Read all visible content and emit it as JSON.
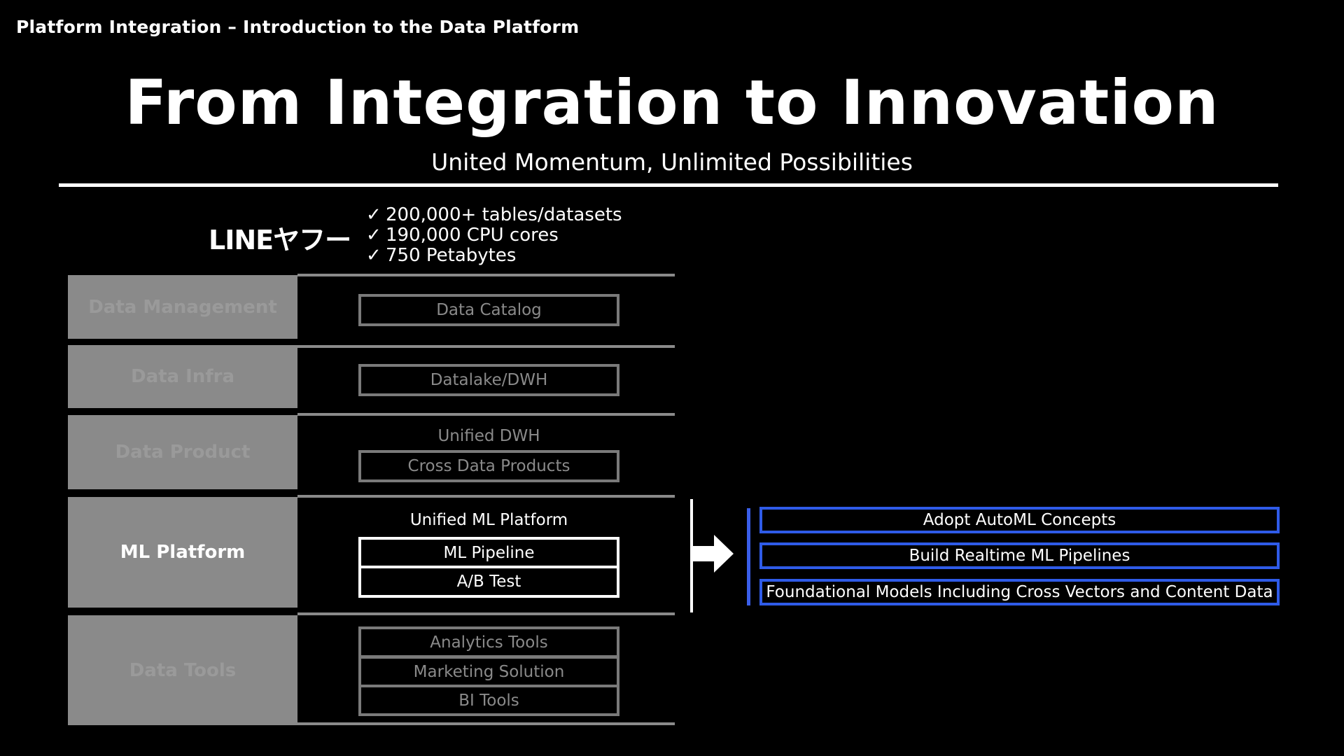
{
  "header": {
    "breadcrumb": "Platform Integration – Introduction to the Data Platform",
    "title": "From Integration to Innovation",
    "subtitle": "United Momentum, Unlimited Possibilities"
  },
  "logo": {
    "text": "LINEヤフー"
  },
  "stats": [
    {
      "check": "✓",
      "text": "200,000+ tables/datasets"
    },
    {
      "check": "✓",
      "text": "190,000 CPU cores"
    },
    {
      "check": "✓",
      "text": "750 Petabytes"
    }
  ],
  "layers": [
    {
      "label": "Data Management",
      "boxes": [
        "Data Catalog"
      ]
    },
    {
      "label": "Data Infra",
      "boxes": [
        "Datalake/DWH"
      ]
    },
    {
      "label": "Data Product",
      "heading": "Unified DWH",
      "boxes": [
        "Cross Data Products"
      ]
    },
    {
      "label": "ML Platform",
      "heading": "Unified ML Platform",
      "boxes": [
        "ML Pipeline",
        "A/B Test"
      ]
    },
    {
      "label": "Data Tools",
      "boxes": [
        "Analytics Tools",
        "Marketing Solution",
        "BI Tools"
      ]
    }
  ],
  "initiatives": [
    "Adopt AutoML Concepts",
    "Build Realtime ML Pipelines",
    "Foundational Models Including Cross Vectors and Content Data"
  ],
  "colors": {
    "active_border": "#ffffff",
    "initiative_border": "#2f5be8",
    "inactive_fill": "#8a8a8a"
  }
}
